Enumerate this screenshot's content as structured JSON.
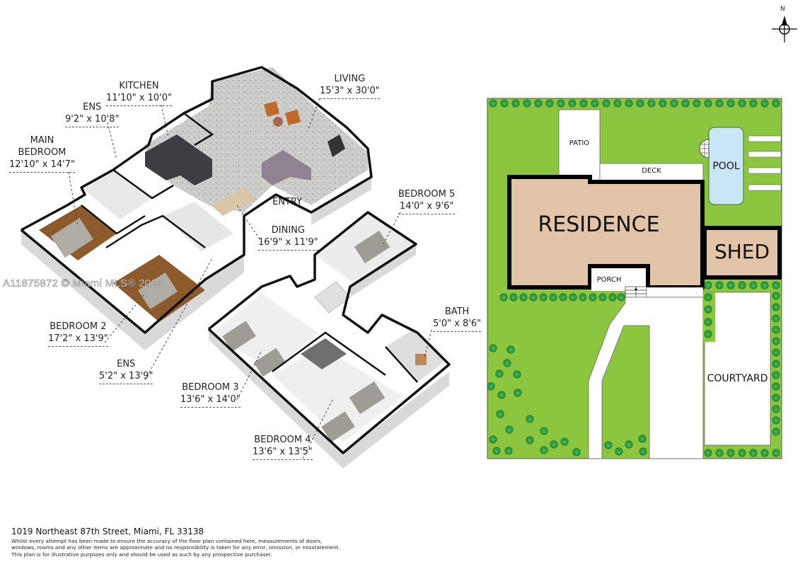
{
  "address": "1019 Northeast 87th Street, Miami, FL 33138",
  "disclaimer": "Whilst every attempt has been made to ensure the accuracy of the floor plan contained here, measurements of doors, windows, rooms and any other items are approximate and no responsibility is taken for any error, omission, or misstatement. This plan is for illustrative purposes only and should be used as such by any prospective purchaser.",
  "watermark": "A11875872 © Miami MLS® 2025",
  "compass": {
    "label": "N",
    "icon": "north-arrow-icon"
  },
  "floor_plan": {
    "rooms": [
      {
        "id": "kitchen",
        "name": "KITCHEN",
        "dims": "11'10\" x 10'0\""
      },
      {
        "id": "living",
        "name": "LIVING",
        "dims": "15'3\" x 30'0\""
      },
      {
        "id": "ens1",
        "name": "ENS",
        "dims": "9'2\" x 10'8\""
      },
      {
        "id": "main_bedroom",
        "name_line1": "MAIN",
        "name": "BEDROOM",
        "dims": "12'10\" x 14'7\""
      },
      {
        "id": "entry",
        "name": "ENTRY"
      },
      {
        "id": "dining",
        "name": "DINING",
        "dims": "16'9\" x 11'9\""
      },
      {
        "id": "bedroom5",
        "name": "BEDROOM 5",
        "dims": "14'0\" x 9'6\""
      },
      {
        "id": "bedroom2",
        "name": "BEDROOM 2",
        "dims": "17'2\" x 13'9\""
      },
      {
        "id": "ens2",
        "name": "ENS",
        "dims": "5'2\" x 13'9\""
      },
      {
        "id": "bath",
        "name": "BATH",
        "dims": "5'0\" x 8'6\""
      },
      {
        "id": "bedroom3",
        "name": "BEDROOM 3",
        "dims": "13'6\" x 14'0\""
      },
      {
        "id": "bedroom4",
        "name": "BEDROOM 4",
        "dims": "13'6\" x 13'5\""
      }
    ]
  },
  "site_plan": {
    "labels": {
      "residence": "RESIDENCE",
      "shed": "SHED",
      "pool": "POOL",
      "patio": "PATIO",
      "deck": "DECK",
      "porch": "PORCH",
      "courtyard": "COURTYARD"
    },
    "colors": {
      "grass": "#8cc63f",
      "tree": "#2e9e3e",
      "building": "#e2c4a8",
      "pool": "#c9e6f7",
      "wall": "#000000",
      "paving": "#ffffff"
    }
  },
  "colors": {
    "wood_floor": "#8a5a2b",
    "terrazzo": "#cfcfcf",
    "wall_face": "#e4e4e4",
    "wall_top": "#111111",
    "tile_floor": "#ededed"
  }
}
